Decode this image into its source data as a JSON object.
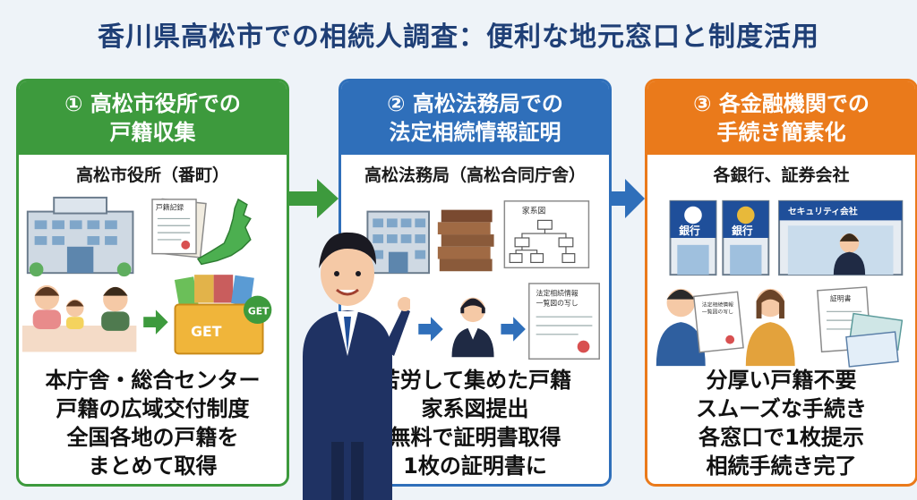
{
  "title": "香川県高松市での相続人調査：便利な地元窓口と制度活用",
  "colors": {
    "green": "#3d9a3d",
    "blue": "#2f6fba",
    "orange": "#ea7a1b",
    "navy": "#1f3f76"
  },
  "panels": [
    {
      "head": [
        "① 高松市役所での",
        "戸籍収集"
      ],
      "sub": "高松市役所（番町）",
      "illus": {
        "doc_label": "戸籍記録",
        "get_tag": "GET",
        "folder_label": "GET"
      },
      "body": [
        "本庁舎・総合センター",
        "戸籍の広域交付制度",
        "全国各地の戸籍を",
        "まとめて取得"
      ]
    },
    {
      "head": [
        "② 高松法務局での",
        "法定相続情報証明"
      ],
      "sub": "高松法務局（高松合同庁舎）",
      "illus": {
        "tree_label": "家系図",
        "cert_label1": "法定相続情報",
        "cert_label2": "一覧図の写し"
      },
      "body": [
        "苦労して集めた戸籍",
        "家系図提出",
        "無料で証明書取得",
        "1枚の証明書に"
      ]
    },
    {
      "head": [
        "③ 各金融機関での",
        "手続き簡素化"
      ],
      "sub": "各銀行、証券会社",
      "illus": {
        "bank1": "銀行",
        "bank2": "銀行",
        "securities": "セキュリティ会社",
        "cert_label1": "法定相続情報",
        "cert_label2": "一覧図の写し",
        "doc_label": "証明書"
      },
      "body": [
        "分厚い戸籍不要",
        "スムーズな手続き",
        "各窓口で1枚提示",
        "相続手続き完了"
      ]
    }
  ]
}
